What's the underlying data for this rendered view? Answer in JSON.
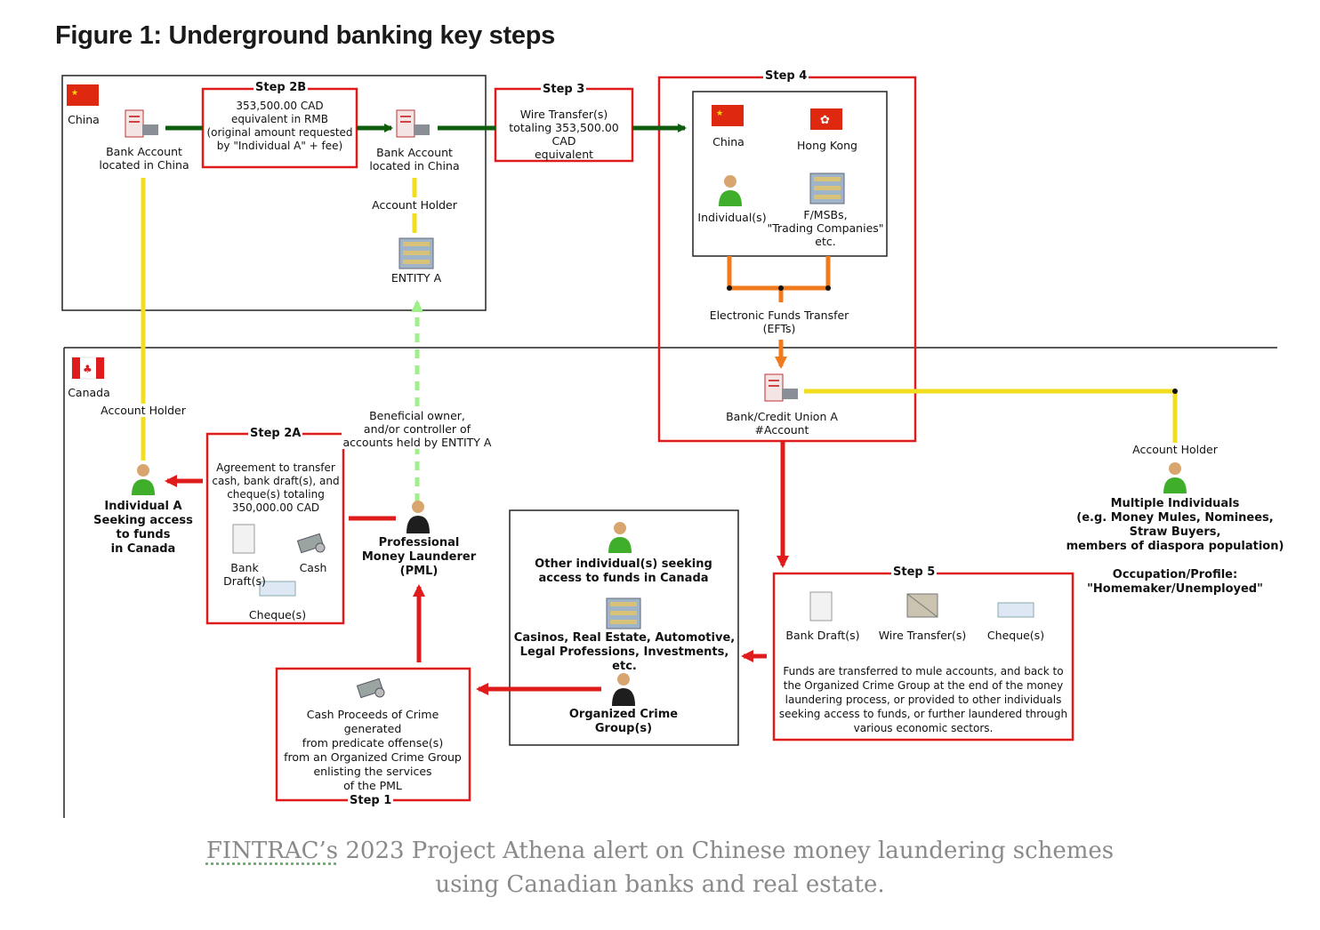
{
  "figure_title": "Figure 1: Underground banking key steps",
  "caption": {
    "link_text": "FINTRAC’s",
    "line1_rest": " 2023 Project Athena alert on Chinese money laundering schemes",
    "line2": "using Canadian banks and real estate."
  },
  "regions": {
    "china": "China",
    "canada": "Canada"
  },
  "steps": {
    "s1": "Step 1",
    "s2a": "Step 2A",
    "s2b": "Step 2B",
    "s3": "Step 3",
    "s4": "Step 4",
    "s5": "Step 5"
  },
  "china_box": {
    "bank_account_1": "Bank Account\nlocated in China",
    "step2b_text": "353,500.00 CAD\nequivalent in RMB\n(original amount requested\nby \"Individual A\" + fee)",
    "bank_account_2": "Bank Account\nlocated in China",
    "account_holder": "Account Holder",
    "entity_a": "ENTITY A"
  },
  "step3_text": "Wire Transfer(s)\ntotaling 353,500.00 CAD\nequivalent",
  "step4": {
    "china": "China",
    "hong_kong": "Hong Kong",
    "individuals": "Individual(s)",
    "fmsbs": "F/MSBs,\n\"Trading Companies\"\netc.",
    "eft": "Electronic Funds Transfer\n(EFTs)",
    "bank_credit_union": "Bank/Credit Union A\n#Account"
  },
  "canada": {
    "account_holder_left": "Account Holder",
    "beneficial_owner": "Beneficial owner,\nand/or controller of\naccounts held by ENTITY A",
    "individual_a": "Individual A\nSeeking access\nto funds\nin Canada",
    "step2a_text": "Agreement to transfer\ncash, bank draft(s), and\ncheque(s) totaling\n350,000.00 CAD",
    "bank_drafts": "Bank Draft(s)",
    "cash": "Cash",
    "cheques": "Cheque(s)",
    "pml": "Professional\nMoney Launderer\n(PML)",
    "other_individuals": "Other individual(s) seeking\naccess to funds in Canada",
    "sectors": "Casinos, Real Estate, Automotive,\nLegal Professions, Investments, etc.",
    "organized_crime": "Organized Crime\nGroup(s)",
    "step1_text": "Cash Proceeds of Crime generated\nfrom predicate offense(s)\nfrom an Organized Crime Group\nenlisting the services\nof the PML",
    "account_holder_right": "Account Holder",
    "multiple_individuals": "Multiple Individuals\n(e.g. Money Mules, Nominees,\nStraw Buyers,\nmembers of diaspora population)",
    "occupation": "Occupation/Profile:\n\"Homemaker/Unemployed\"",
    "s5_bank_drafts": "Bank Draft(s)",
    "s5_wire": "Wire Transfer(s)",
    "s5_cheques": "Cheque(s)",
    "step5_text": "Funds are transferred to mule accounts, and back to\nthe Organized Crime Group at the end of the money\nlaundering process, or provided to other individuals\nseeking access to funds, or further laundered through\nvarious economic sectors."
  },
  "colors": {
    "red_box": "#e01b1b",
    "green_arrow": "#0f5e0f",
    "yellow_line": "#f2de1e",
    "orange_arrow": "#f07a1c",
    "light_green_dash": "#9ff08a",
    "person_green": "#3fae2a"
  }
}
